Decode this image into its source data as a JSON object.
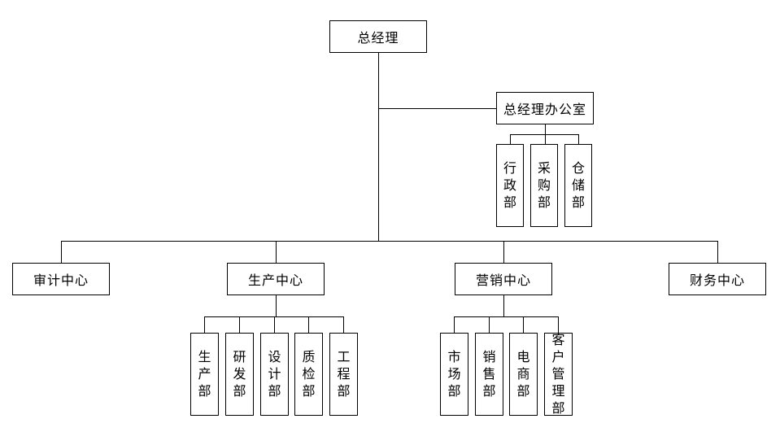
{
  "app": {
    "background_color": "#ffffff",
    "line_color": "#000000",
    "box_border_color": "#000000",
    "text_color": "#000000"
  },
  "org": {
    "root": {
      "label": "总经理"
    },
    "office": {
      "label": "总经理办公室",
      "departments": [
        {
          "label": "行政部"
        },
        {
          "label": "采购部"
        },
        {
          "label": "仓储部"
        }
      ]
    },
    "centers": [
      {
        "label": "审计中心",
        "departments": []
      },
      {
        "label": "生产中心",
        "departments": [
          {
            "label": "生产部"
          },
          {
            "label": "研发部"
          },
          {
            "label": "设计部"
          },
          {
            "label": "质检部"
          },
          {
            "label": "工程部"
          }
        ]
      },
      {
        "label": "营销中心",
        "departments": [
          {
            "label": "市场部"
          },
          {
            "label": "销售部"
          },
          {
            "label": "电商部"
          },
          {
            "label": "客户管理部"
          }
        ]
      },
      {
        "label": "财务中心",
        "departments": []
      }
    ]
  }
}
